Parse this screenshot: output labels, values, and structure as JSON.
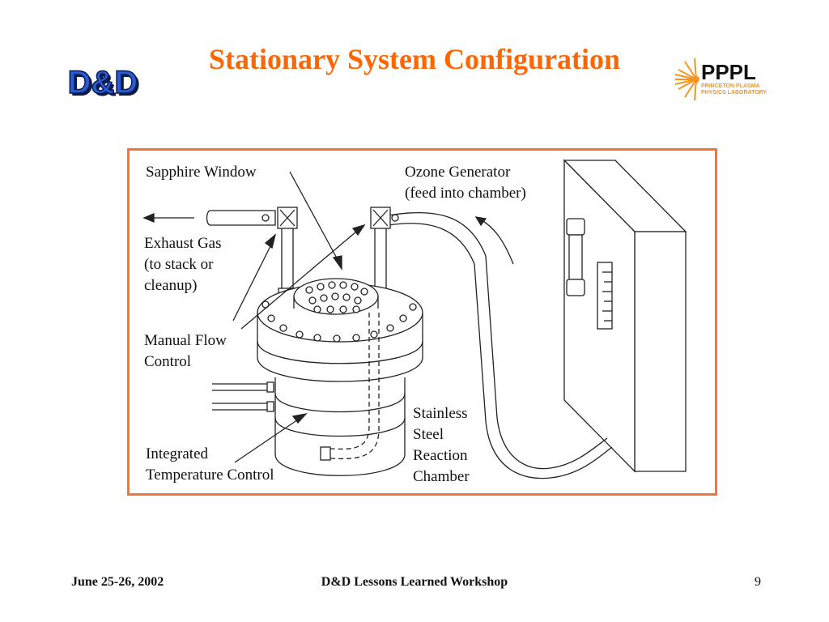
{
  "slide": {
    "title": "Stationary System Configuration",
    "logos": {
      "left": {
        "text": "D&D",
        "icon": "dd-logo"
      },
      "right": {
        "text": "PPPL",
        "subtext_line1": "PRINCETON PLASMA",
        "subtext_line2": "PHYSICS LABORATORY",
        "icon": "pppl-logo"
      }
    },
    "colors": {
      "title": "#FF6600",
      "frame": "#EE7733",
      "logo_blue": "#1B3FA0",
      "pppl_orange": "#F7941D"
    }
  },
  "diagram": {
    "labels": {
      "sapphire_window": "Sapphire Window",
      "ozone_line1": "Ozone Generator",
      "ozone_line2": "(feed into chamber)",
      "exhaust_line1": "Exhaust Gas",
      "exhaust_line2": "(to stack or",
      "exhaust_line3": "cleanup)",
      "manual_line1": "Manual Flow",
      "manual_line2": "Control",
      "integrated_line1": "Integrated",
      "integrated_line2": "Temperature Control",
      "chamber_line1": "Stainless",
      "chamber_line2": "Steel",
      "chamber_line3": "Reaction",
      "chamber_line4": "Chamber"
    }
  },
  "footer": {
    "date": "June 25-26, 2002",
    "event": "D&D Lessons Learned Workshop",
    "page": "9"
  }
}
